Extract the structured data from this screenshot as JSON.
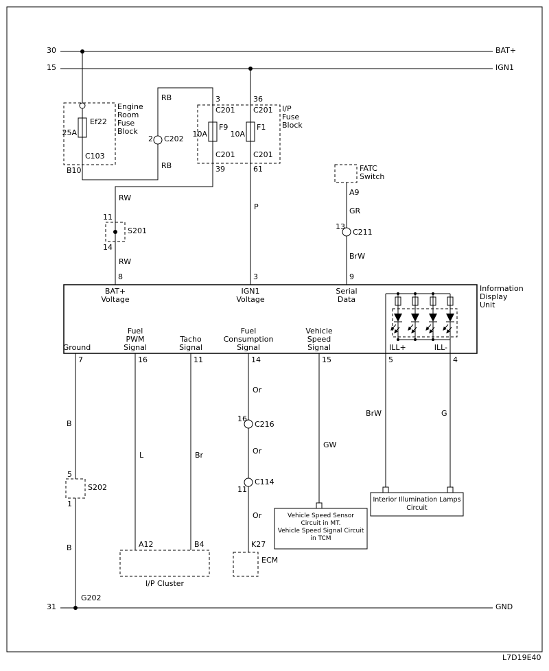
{
  "doc_code": "L7D19E40",
  "rails": {
    "bat": {
      "pin": "30",
      "label": "BAT+"
    },
    "ign": {
      "pin": "15",
      "label": "IGN1"
    },
    "gnd": {
      "pin": "31",
      "label": "GND",
      "ground_point": "G202"
    }
  },
  "engine_fuse_block": {
    "title": "Engine\nRoom\nFuse\nBlock",
    "fuse_name": "Ef22",
    "fuse_rating": "25A",
    "connector": "C103",
    "pin": "B10"
  },
  "c202": {
    "pin": "2",
    "name": "C202",
    "wire_above": "RB",
    "wire_below": "RB"
  },
  "ip_fuse_block": {
    "title": "I/P\nFuse\nBlock",
    "f9": {
      "pin_top": "3",
      "conn_top": "C201",
      "name": "F9",
      "rating": "10A",
      "conn_bottom": "C201",
      "pin_bottom": "39"
    },
    "f1": {
      "pin_top": "36",
      "conn_top": "C201",
      "name": "F1",
      "rating": "10A",
      "conn_bottom": "C201",
      "pin_bottom": "61"
    }
  },
  "bat_wire": {
    "color_above": "RW",
    "color_below": "RW",
    "s201": {
      "pin_top": "11",
      "name": "S201",
      "pin_bottom": "14"
    }
  },
  "ign_wire": {
    "color": "P"
  },
  "fatc": {
    "title": "FATC\nSwitch",
    "pin": "A9",
    "wire_color_top": "GR",
    "conn_pin": "13",
    "conn_name": "C211",
    "wire_color_bottom": "BrW"
  },
  "idu": {
    "title": "Information\nDisplay\nUnit",
    "top_pins": [
      {
        "num": "8",
        "label": "BAT+\nVoltage"
      },
      {
        "num": "3",
        "label": "IGN1\nVoltage"
      },
      {
        "num": "9",
        "label": "Serial\nData"
      }
    ],
    "bottom_pins": [
      {
        "num": "7",
        "label": "Ground"
      },
      {
        "num": "16",
        "label": "Fuel\nPWM\nSignal"
      },
      {
        "num": "11",
        "label": "Tacho\nSignal"
      },
      {
        "num": "14",
        "label": "Fuel\nConsumption\nSignal"
      },
      {
        "num": "15",
        "label": "Vehicle\nSpeed\nSignal"
      },
      {
        "num": "5",
        "label": "ILL+"
      },
      {
        "num": "4",
        "label": "ILL-"
      }
    ]
  },
  "ground_wire": {
    "color_top": "B",
    "color_bottom": "B",
    "s202": {
      "pin_top": "5",
      "name": "S202",
      "pin_bottom": "1"
    }
  },
  "fuel_pwm_wire": {
    "color": "L",
    "pin": "A12"
  },
  "tacho_wire": {
    "color": "Br",
    "pin": "B4"
  },
  "fuel_cons_wire": {
    "color_1": "Or",
    "c216_pin": "16",
    "c216_name": "C216",
    "color_2": "Or",
    "c114_pin": "11",
    "c114_name": "C114",
    "color_3": "Or",
    "pin": "K27"
  },
  "vss_wire": {
    "color": "GW"
  },
  "ill_plus_wire": {
    "color": "BrW"
  },
  "ill_minus_wire": {
    "color": "G"
  },
  "ip_cluster": {
    "title": "I/P Cluster"
  },
  "ecm": {
    "title": "ECM"
  },
  "vss_box": {
    "title": "Vehicle Speed Sensor\nCircuit in MT.\nVehicle Speed Signal Circuit\nin TCM"
  },
  "ill_box": {
    "title": "Interior Illumination Lamps\nCircuit"
  }
}
